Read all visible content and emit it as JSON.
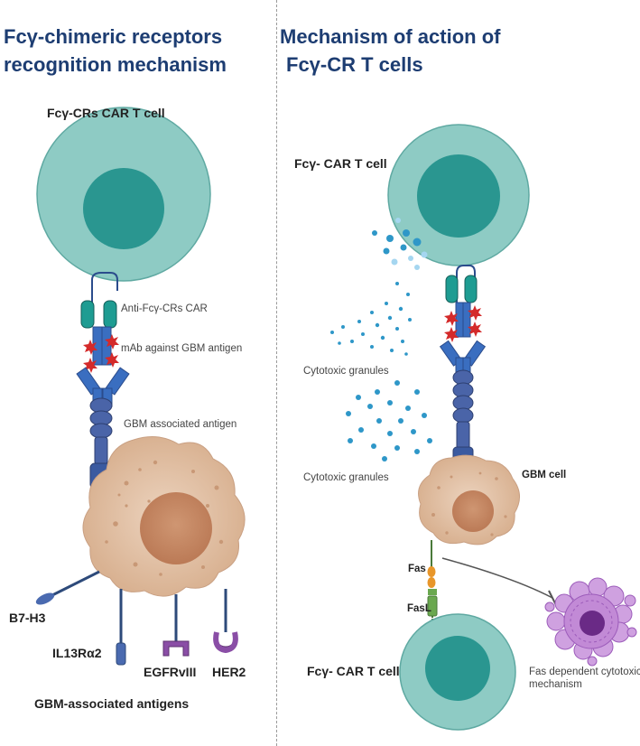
{
  "left_panel": {
    "title_line1": "Fcγ-chimeric receptors",
    "title_line2": "recognition mechanism",
    "cell_label": "Fcγ-CRs CAR T cell",
    "car_label": "Anti-Fcγ-CRs CAR",
    "mab_label": "mAb against GBM antigen",
    "antigen_label": "GBM associated antigen",
    "antigens": [
      "B7-H3",
      "IL13Rα2",
      "EGFRvIII",
      "HER2"
    ],
    "antigens_title": "GBM-associated antigens"
  },
  "right_panel": {
    "title_line1": "Mechanism of action of",
    "title_line2": "Fcγ-CR T cells",
    "top_cell_label": "Fcγ- CAR T cell",
    "granules_label_1": "Cytotoxic granules",
    "granules_label_2": "Cytotoxic granules",
    "gbm_cell_label": "GBM cell",
    "fas_label": "Fas",
    "fasl_label": "FasL",
    "bottom_cell_label": "Fcγ- CAR T cell",
    "apoptosis_label_line1": "Fas dependent cytotoxic",
    "apoptosis_label_line2": "mechanism"
  },
  "colors": {
    "title": "#1d3d72",
    "tcell_outer": "#8ecbc4",
    "tcell_nucleus": "#2a9690",
    "gbm_cell": "#e3c3a8",
    "gbm_nucleus": "#c88c66",
    "receptor_blue": "#3a6ec0",
    "receptor_dark": "#2b4c8c",
    "car_teal": "#1e9c92",
    "star_red": "#d42a2a",
    "granule": "#2e97c8",
    "apoptotic": "#b77fce"
  }
}
